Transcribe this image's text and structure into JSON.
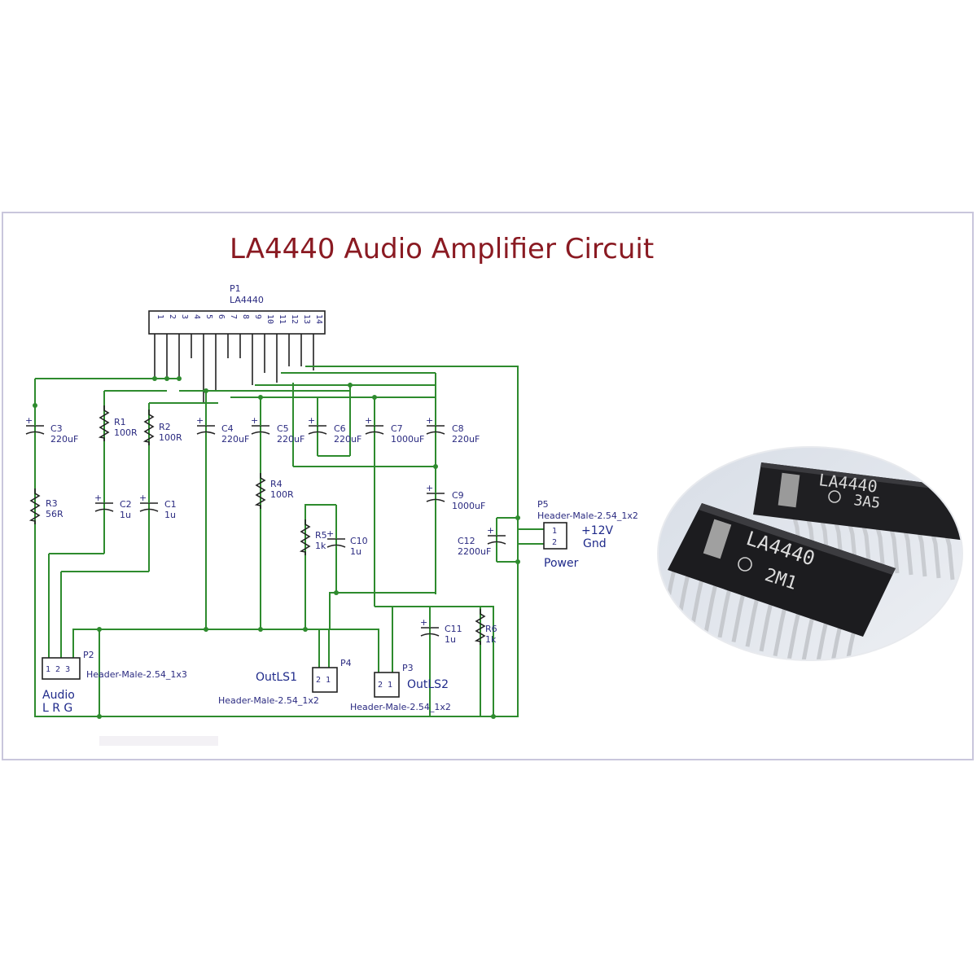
{
  "title": "LA4440 Audio Amplifier Circuit",
  "ic": {
    "ref": "P1",
    "value": "LA4440",
    "pins": [
      "1",
      "2",
      "3",
      "4",
      "5",
      "6",
      "7",
      "8",
      "9",
      "10",
      "11",
      "12",
      "13",
      "14"
    ]
  },
  "components": {
    "c3": {
      "ref": "C3",
      "value": "220uF"
    },
    "r1": {
      "ref": "R1",
      "value": "100R"
    },
    "r2": {
      "ref": "R2",
      "value": "100R"
    },
    "c4": {
      "ref": "C4",
      "value": "220uF"
    },
    "c5": {
      "ref": "C5",
      "value": "220uF"
    },
    "c6": {
      "ref": "C6",
      "value": "220uF"
    },
    "c7": {
      "ref": "C7",
      "value": "1000uF"
    },
    "c8": {
      "ref": "C8",
      "value": "220uF"
    },
    "r3": {
      "ref": "R3",
      "value": "56R"
    },
    "c2": {
      "ref": "C2",
      "value": "1u"
    },
    "c1": {
      "ref": "C1",
      "value": "1u"
    },
    "r4": {
      "ref": "R4",
      "value": "100R"
    },
    "c9": {
      "ref": "C9",
      "value": "1000uF"
    },
    "r5": {
      "ref": "R5",
      "value": "1k"
    },
    "c10": {
      "ref": "C10",
      "value": "1u"
    },
    "c12": {
      "ref": "C12",
      "value": "2200uF"
    },
    "c11": {
      "ref": "C11",
      "value": "1u"
    },
    "r6": {
      "ref": "R6",
      "value": "1k"
    }
  },
  "connectors": {
    "p5": {
      "ref": "P5",
      "value": "Header-Male-2.54_1x2",
      "pins": [
        "1",
        "2"
      ],
      "labels": [
        "+12V",
        "Gnd"
      ],
      "name": "Power"
    },
    "p2": {
      "ref": "P2",
      "value": "Header-Male-2.54_1x3",
      "pins": "1 2 3",
      "name": "Audio",
      "sub": "L R G"
    },
    "p4": {
      "ref": "P4",
      "value": "Header-Male-2.54_1x2",
      "pins": "2 1",
      "name": "OutLS1"
    },
    "p3": {
      "ref": "P3",
      "value": "Header-Male-2.54_1x2",
      "pins": "2 1",
      "name": "OutLS2"
    }
  },
  "photo": {
    "chip_top": {
      "marking": "LA4440",
      "code": "3A5"
    },
    "chip_bottom": {
      "marking": "LA4440",
      "code": "2M1"
    }
  },
  "colors": {
    "wire": "#2e8b2e",
    "title": "#8a1a22",
    "label": "#2a2a80"
  }
}
